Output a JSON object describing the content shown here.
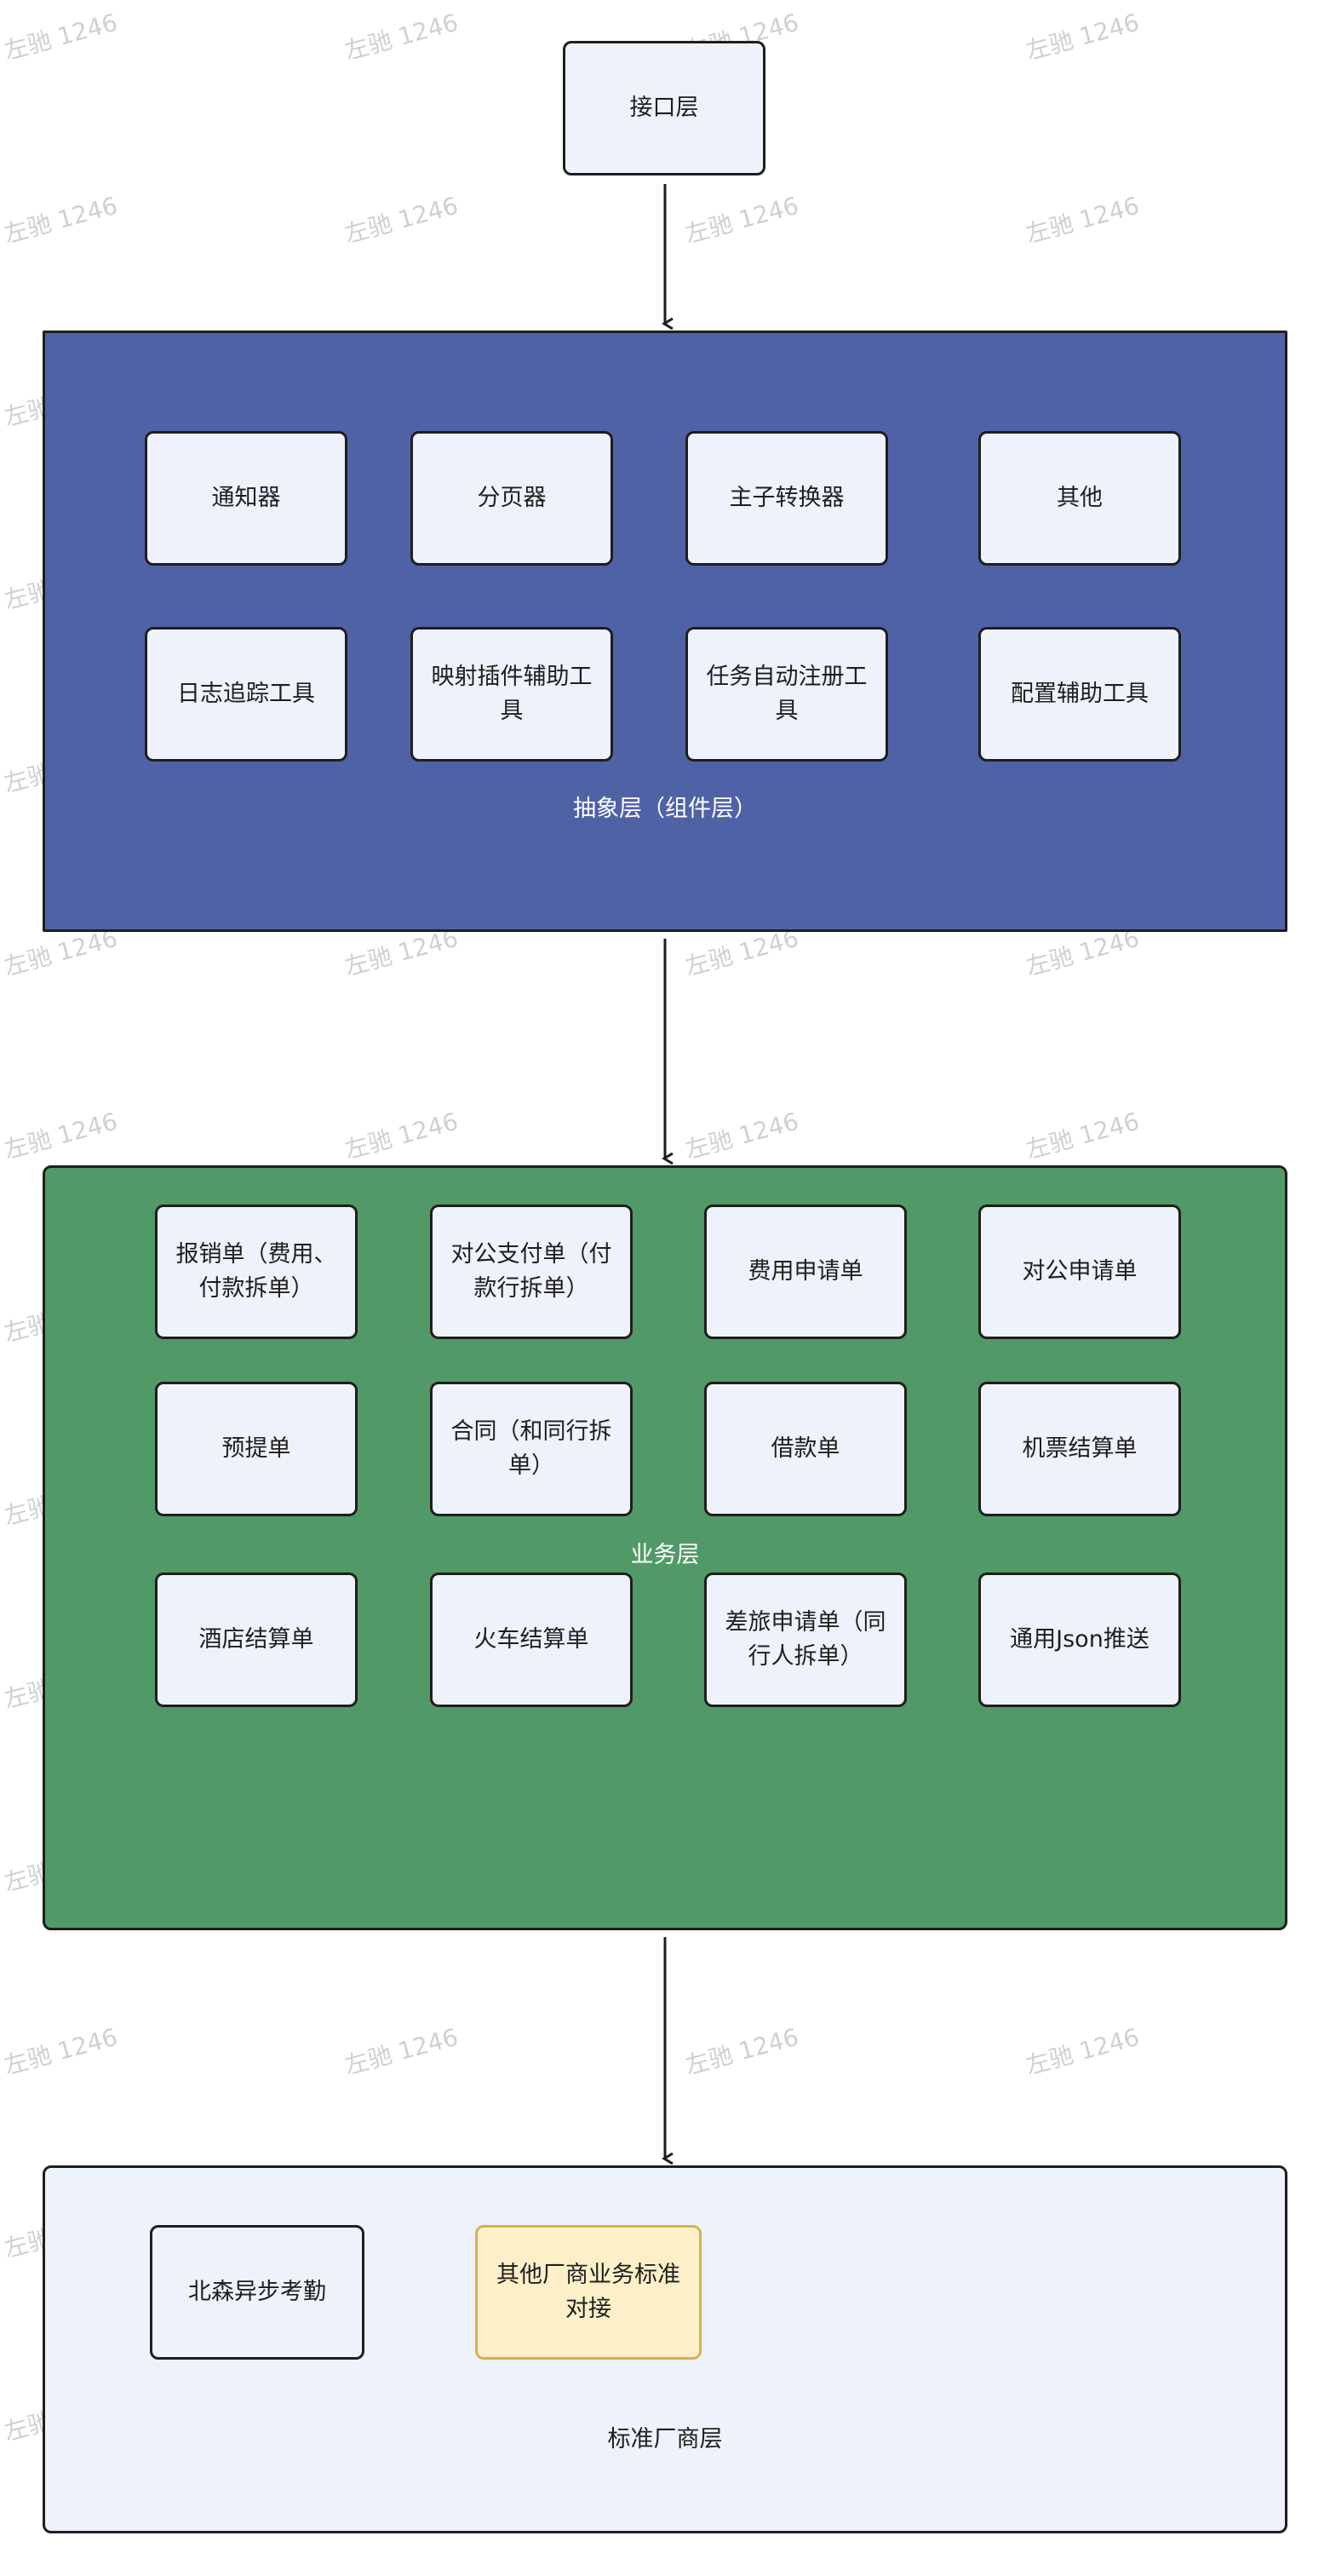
{
  "watermark": "左驰 1246",
  "api_layer": {
    "label": "接口层"
  },
  "abstract_layer": {
    "label": "抽象层（组件层）",
    "components": [
      "通知器",
      "分页器",
      "主子转换器",
      "其他",
      "日志追踪工具",
      "映射插件辅助工具",
      "任务自动注册工具",
      "配置辅助工具"
    ]
  },
  "business_layer": {
    "label": "业务层",
    "documents": [
      "报销单（费用、付款拆单）",
      "对公支付单（付款行拆单）",
      "费用申请单",
      "对公申请单",
      "预提单",
      "合同（和同行拆单）",
      "借款单",
      "机票结算单",
      "酒店结算单",
      "火车结算单",
      "差旅申请单（同行人拆单）",
      "通用Json推送"
    ]
  },
  "vendor_layer": {
    "label": "标准厂商层",
    "vendors": [
      "北森异步考勤",
      "其他厂商业务标准对接"
    ]
  },
  "colors": {
    "abstract_layer_fill": "#5062a6",
    "business_layer_fill": "#519a67",
    "vendor_layer_fill": "#eef2fb",
    "node_fill": "#eef2fb",
    "highlight_fill": "#fdf0c8",
    "highlight_border": "#d7b14e",
    "stroke": "#1e1e1e"
  }
}
